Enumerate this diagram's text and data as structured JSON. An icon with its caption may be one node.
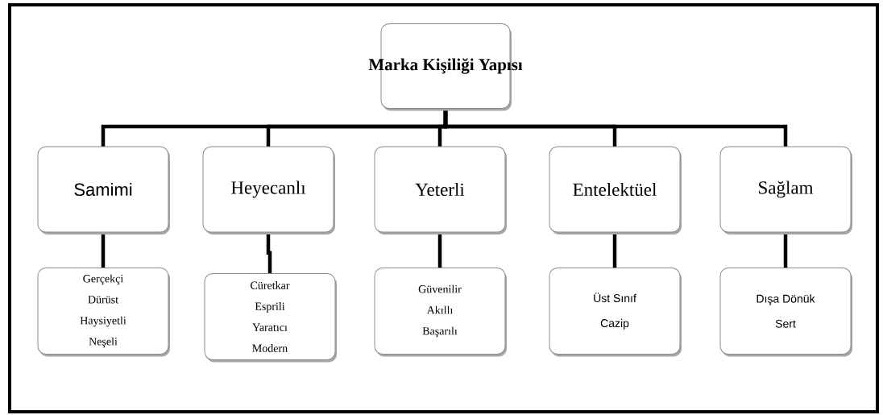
{
  "diagram": {
    "nodes": [
      {
        "text": [
          "Marka Kişiliği Yapısı"
        ]
      },
      {
        "text": [
          "Samimi"
        ]
      },
      {
        "text": [
          "Heyecanlı"
        ]
      },
      {
        "text": [
          "Yeterli"
        ]
      },
      {
        "text": [
          "Entelektüel"
        ]
      },
      {
        "text": [
          "Sağlam"
        ]
      },
      {
        "text": [
          "Gerçekçi",
          "Dürüst",
          "Haysiyetli",
          "Neşeli"
        ]
      },
      {
        "text": [
          "Cüretkar",
          "Esprili",
          "Yaratıcı",
          "Modern"
        ]
      },
      {
        "text": [
          "Güvenilir",
          "Akıllı",
          "Başarılı"
        ]
      },
      {
        "text": [
          "Üst Sınıf",
          "Cazip"
        ]
      },
      {
        "text": [
          "Dışa Dönük",
          "Sert"
        ]
      }
    ],
    "edges": [
      {
        "from": 0,
        "to": 1,
        "arrow": "none"
      },
      {
        "from": 0,
        "to": 2,
        "arrow": "none"
      },
      {
        "from": 0,
        "to": 3,
        "arrow": "none"
      },
      {
        "from": 0,
        "to": 4,
        "arrow": "none"
      },
      {
        "from": 0,
        "to": 5,
        "arrow": "none"
      },
      {
        "from": 1,
        "to": 6,
        "arrow": "none"
      },
      {
        "from": 2,
        "to": 7,
        "arrow": "none"
      },
      {
        "from": 3,
        "to": 8,
        "arrow": "none"
      },
      {
        "from": 4,
        "to": 9,
        "arrow": "none"
      },
      {
        "from": 5,
        "to": 10,
        "arrow": "none"
      }
    ]
  }
}
